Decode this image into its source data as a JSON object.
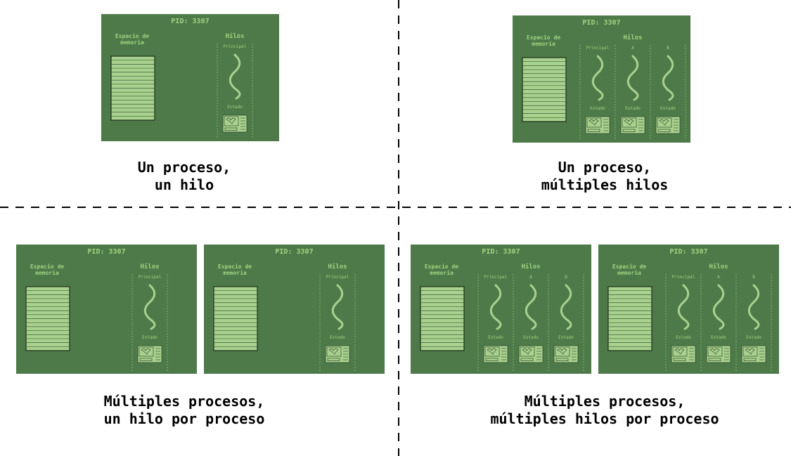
{
  "colors": {
    "process_bg": "#4e7a4a",
    "accent": "#9fd47e",
    "memory_fill": "#a9d18e",
    "divider": "#000000"
  },
  "process_labels": {
    "pid": "PID: 3307",
    "memory": [
      "Espacio de",
      "memoria"
    ],
    "threads": "Hilos",
    "state": "Estado"
  },
  "thread_names": [
    "Principal",
    "A",
    "B"
  ],
  "quadrants": [
    {
      "caption": [
        "Un proceso,",
        "un hilo"
      ],
      "processes": 1,
      "threads_per_process": 1
    },
    {
      "caption": [
        "Un proceso,",
        "múltiples hilos"
      ],
      "processes": 1,
      "threads_per_process": 3
    },
    {
      "caption": [
        "Múltiples procesos,",
        "un hilo por proceso"
      ],
      "processes": 2,
      "threads_per_process": 1
    },
    {
      "caption": [
        "Múltiples procesos,",
        "múltiples hilos por proceso"
      ],
      "processes": 2,
      "threads_per_process": 3
    }
  ]
}
